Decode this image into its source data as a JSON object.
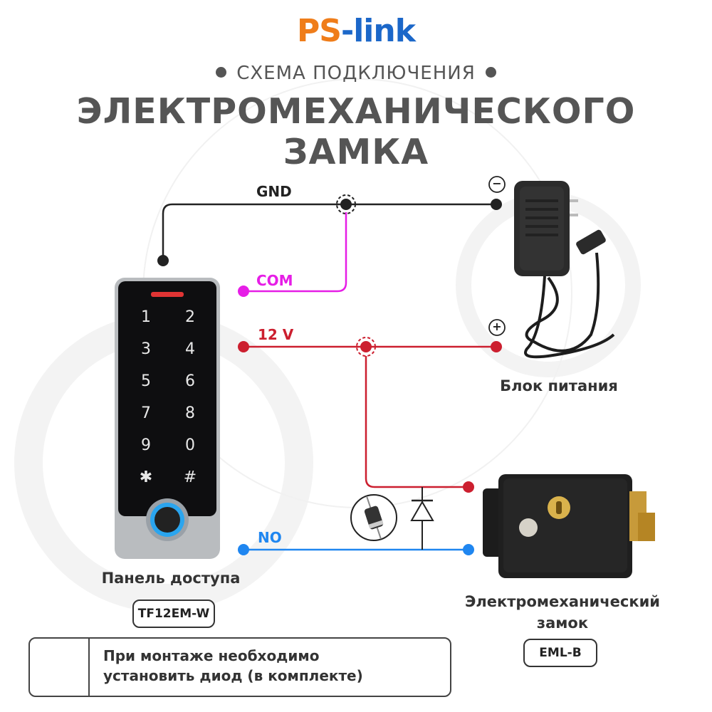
{
  "header": {
    "logo_part1": "PS",
    "logo_part2": "-link",
    "subtitle": "СХЕМА ПОДКЛЮЧЕНИЯ",
    "title_line1": "ЭЛЕКТРОМЕХАНИЧЕСКОГО",
    "title_line2": "ЗАМКА"
  },
  "wires": {
    "gnd": "GND",
    "com": "COM",
    "v12": "12 V",
    "no": "NO"
  },
  "colors": {
    "gnd": "#222222",
    "com": "#e61ee6",
    "v12": "#cc1f2f",
    "no": "#1f86f0",
    "logo_orange": "#ef7d1a",
    "logo_blue": "#1b67c9"
  },
  "power_supply": {
    "minus_symbol": "−",
    "plus_symbol": "+",
    "label": "Блок питания"
  },
  "keypad": {
    "keys": [
      "1",
      "2",
      "3",
      "4",
      "5",
      "6",
      "7",
      "8",
      "9",
      "0",
      "✱",
      "#"
    ],
    "label": "Панель доступа",
    "model": "TF12EM-W"
  },
  "lock": {
    "label_line1": "Электромеханический",
    "label_line2": "замок",
    "model": "EML-B"
  },
  "note": {
    "line1": "При монтаже необходимо",
    "line2": "установить диод (в комплекте)"
  }
}
